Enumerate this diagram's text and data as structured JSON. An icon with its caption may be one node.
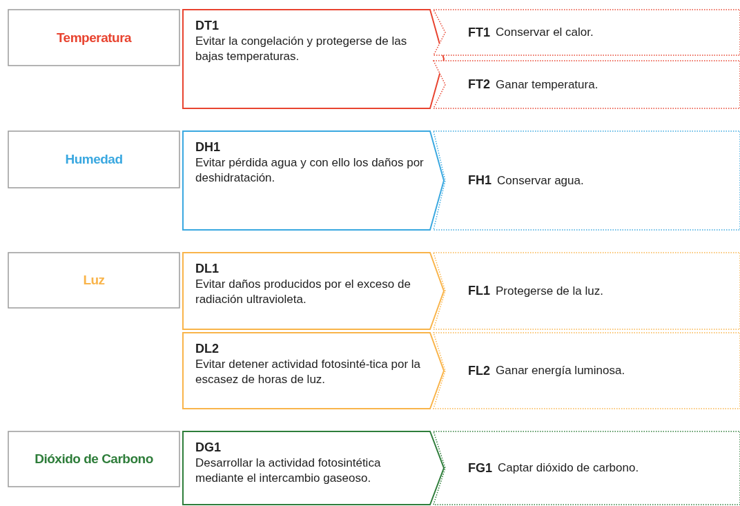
{
  "diagram": {
    "nodes": [
      {
        "text": [
          "Temperatura"
        ]
      },
      {
        "text": [
          "DT1",
          "Evitar la congelación y protegerse de las bajas temperaturas."
        ]
      },
      {
        "text": [
          "FT1",
          "Conservar el calor."
        ]
      },
      {
        "text": [
          "FT2",
          "Ganar temperatura."
        ]
      },
      {
        "text": [
          "Humedad"
        ]
      },
      {
        "text": [
          "DH1",
          "Evitar pérdida agua y con ello los daños por deshidratación."
        ]
      },
      {
        "text": [
          "FH1",
          "Conservar agua."
        ]
      },
      {
        "text": [
          "Luz"
        ]
      },
      {
        "text": [
          "DL1",
          "Evitar daños producidos por el exceso de radiación ultravioleta."
        ]
      },
      {
        "text": [
          "FL1",
          "Protegerse de la luz."
        ]
      },
      {
        "text": [
          "DL2",
          "Evitar detener actividad fotosinté-tica por la escasez de horas de luz."
        ]
      },
      {
        "text": [
          "FL2",
          "Ganar energía luminosa."
        ]
      },
      {
        "text": [
          "Dióxido de Carbono"
        ]
      },
      {
        "text": [
          "DG1",
          "Desarrollar la actividad fotosintética mediante el intercambio gaseoso."
        ]
      },
      {
        "text": [
          "FG1",
          "Captar dióxido de carbono."
        ]
      }
    ]
  }
}
